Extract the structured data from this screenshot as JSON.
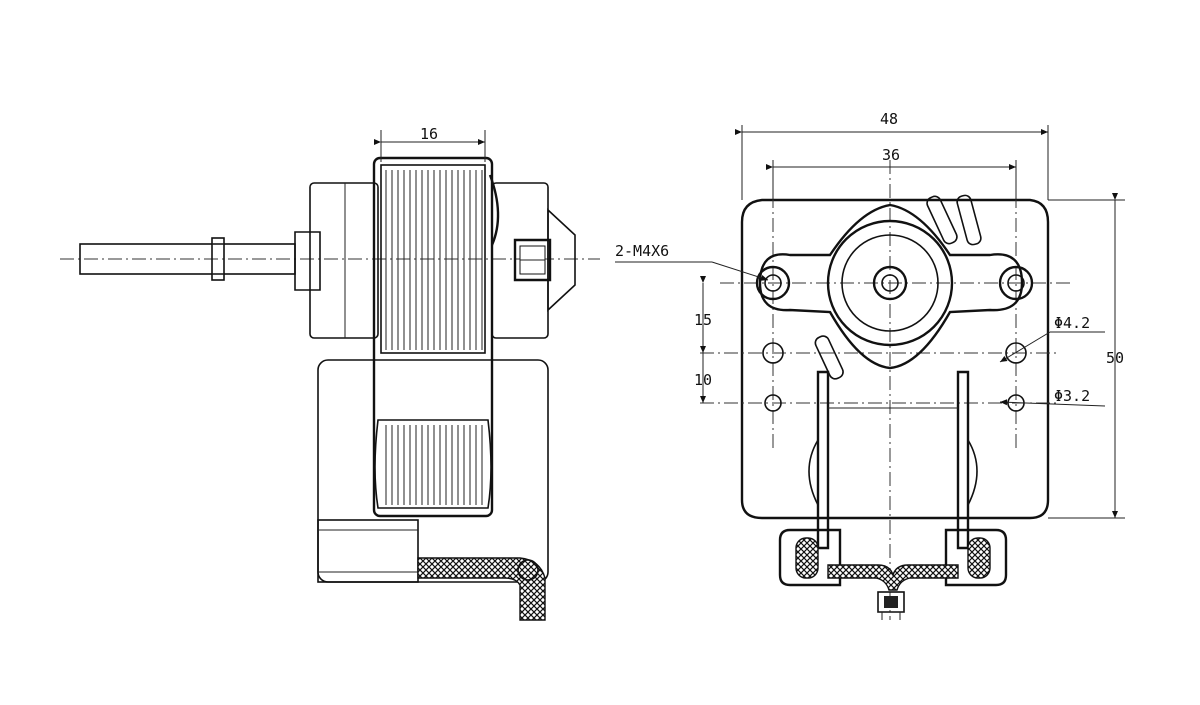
{
  "dimensions": {
    "side_width": "16",
    "front_overall_width": "48",
    "front_hole_spacing": "36",
    "front_height": "50",
    "hole_spacing_upper": "15",
    "hole_spacing_lower": "10"
  },
  "callouts": {
    "screw": "2-M4X6",
    "hole_large": "Φ4.2",
    "hole_small": "Φ3.2"
  },
  "colors": {
    "line": "#111111",
    "background": "#ffffff"
  }
}
